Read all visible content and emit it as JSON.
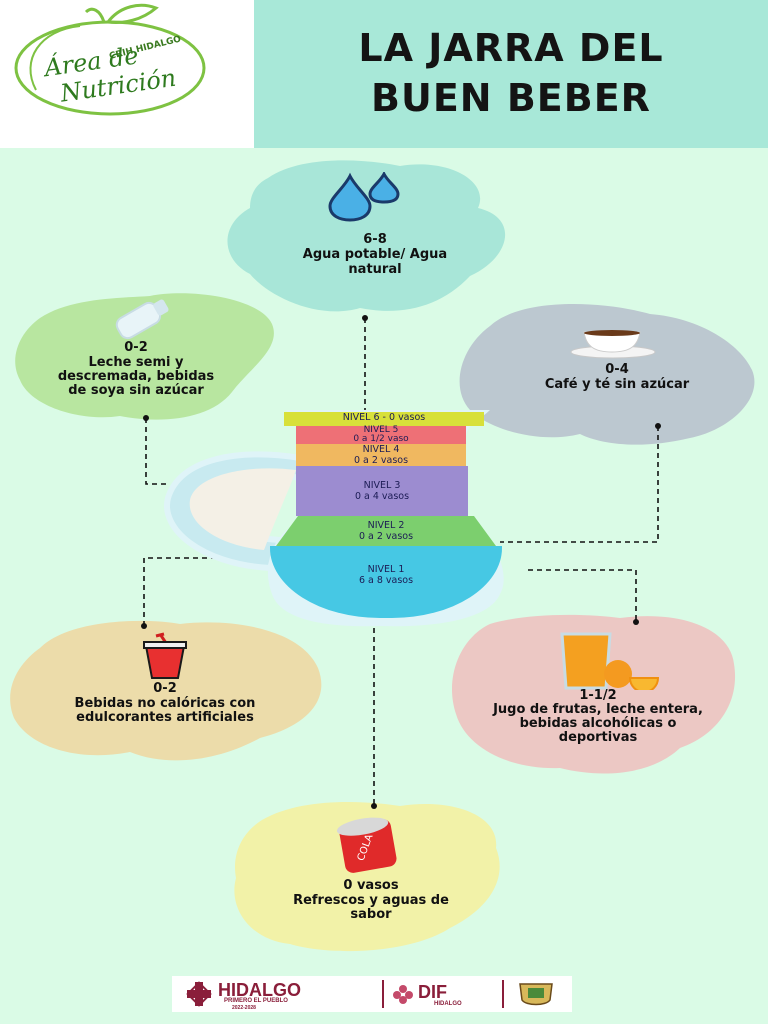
{
  "logo": {
    "line1": "CRIH HIDALGO",
    "line2": "Área de",
    "line3": "Nutrición"
  },
  "title": {
    "line1": "LA JARRA DEL",
    "line2": "BUEN BEBER"
  },
  "jar_levels": [
    {
      "label": "NIVEL 6 - 0 vasos",
      "color": "#d8e03a"
    },
    {
      "label": "NIVEL 5",
      "sub": "0 a 1/2 vaso",
      "color": "#ee7076"
    },
    {
      "label": "NIVEL 4",
      "sub": "0 a 2 vasos",
      "color": "#f0b860"
    },
    {
      "label": "NIVEL 3",
      "sub": "0 a 4 vasos",
      "color": "#9c8cd0"
    },
    {
      "label": "NIVEL 2",
      "sub": "0 a 2 vasos",
      "color": "#7ccf6e"
    },
    {
      "label": "NIVEL 1",
      "sub": "6 a 8 vasos",
      "color": "#46c8e4"
    }
  ],
  "categories": {
    "agua": {
      "amount": "6-8",
      "text_line1": "Agua potable/ Agua",
      "text_line2": "natural",
      "color": "#a8e6d8",
      "icon": "water-drops-icon"
    },
    "leche": {
      "amount": "0-2",
      "text_line1": "Leche semi y",
      "text_line2": "descremada, bebidas",
      "text_line3": "de soya sin azúcar",
      "color": "#b8e6a0",
      "icon": "milk-bottle-icon"
    },
    "cafe": {
      "amount": "0-4",
      "text_line1": "Café y té sin azúcar",
      "color": "#bcc8d0",
      "icon": "coffee-cup-icon"
    },
    "no_caloricas": {
      "amount": "0-2",
      "text_line1": "Bebidas no calóricas con",
      "text_line2": "edulcorantes artificiales",
      "color": "#ecdcaa",
      "icon": "soda-cup-icon"
    },
    "jugo": {
      "amount": "1-1/2",
      "text_line1": "Jugo de frutas, leche entera,",
      "text_line2": "bebidas alcohólicas o",
      "text_line3": "deportivas",
      "color": "#ecc8c4",
      "icon": "juice-glass-icon"
    },
    "refrescos": {
      "amount": "0 vasos",
      "text_line1": "Refrescos y aguas de",
      "text_line2": "sabor",
      "color": "#f2f2a8",
      "icon": "cola-can-icon"
    }
  },
  "footer": {
    "hidalgo": "HIDALGO",
    "hidalgo_sub": "PRIMERO EL PUEBLO",
    "hidalgo_years": "2022-2028",
    "dif": "DIF",
    "dif_sub": "HIDALGO"
  }
}
